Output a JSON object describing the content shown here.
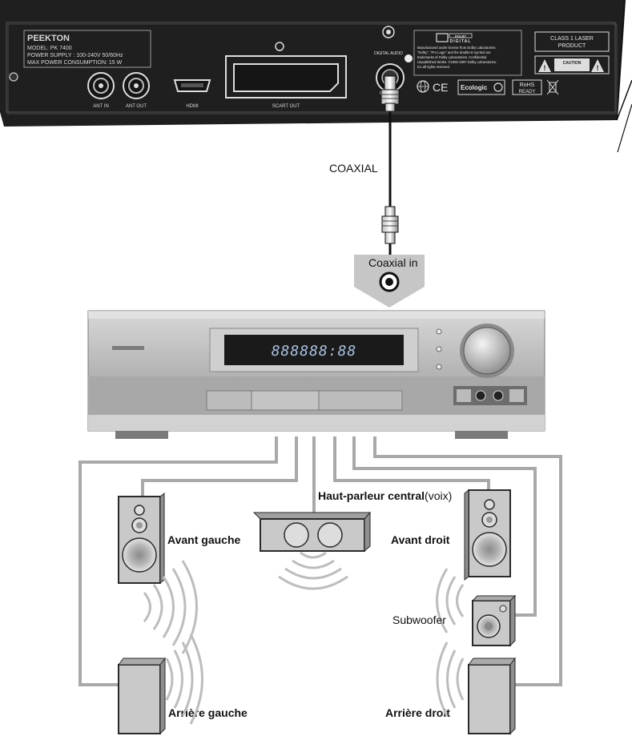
{
  "player": {
    "brand": "PEEKTON",
    "model": "MODEL: PK 7400",
    "power_supply": "POWER SUPPLY : 100-240V 50/60Hz",
    "max_power": "MAX POWER CONSUMPTION: 15 W",
    "ports": {
      "ant_in": "ANT IN",
      "ant_out": "ANT OUT",
      "hdmi": "HDMI",
      "scart_out": "SCART OUT",
      "digital_audio": "DIGITAL AUDIO",
      "coax_short": "C"
    },
    "dolby": {
      "logo_top": "DOLBY",
      "logo_bottom": "DIGITAL",
      "notice": [
        "Manufactured under license from Dolby Laboratories.",
        "\"Dolby\", \"Pro Logic\" and the double-D symbol are",
        "trademarks of Dolby Laboratories. Confidential",
        "Unpublished Works. ©1992-1997 Dolby Laboratories.",
        "Inc.all rights reserved."
      ]
    },
    "class_laser": [
      "CLASS 1 LASER",
      "PRODUCT"
    ],
    "caution": "CAUTION",
    "ecologic": "Ecologic",
    "rohs": [
      "RoHS",
      "READY"
    ],
    "ce": "CE"
  },
  "cable_label": "COAXIAL",
  "receiver": {
    "input_label": "Coaxial in",
    "display": "888888:88"
  },
  "speakers": {
    "center": {
      "label_a": "Haut-parleur central",
      "label_b": "(voix)"
    },
    "front_left": "Avant gauche",
    "front_right": "Avant droit",
    "subwoofer": "Subwoofer",
    "rear_left": "Arrière gauche",
    "rear_right": "Arrière droit"
  },
  "colors": {
    "panel": "#1f1f1f",
    "wire": "#a9a9a9",
    "receiver_body": "#b8b8b8",
    "speaker_fill": "#c9c9c9",
    "speaker_stroke": "#2a2a2a"
  }
}
